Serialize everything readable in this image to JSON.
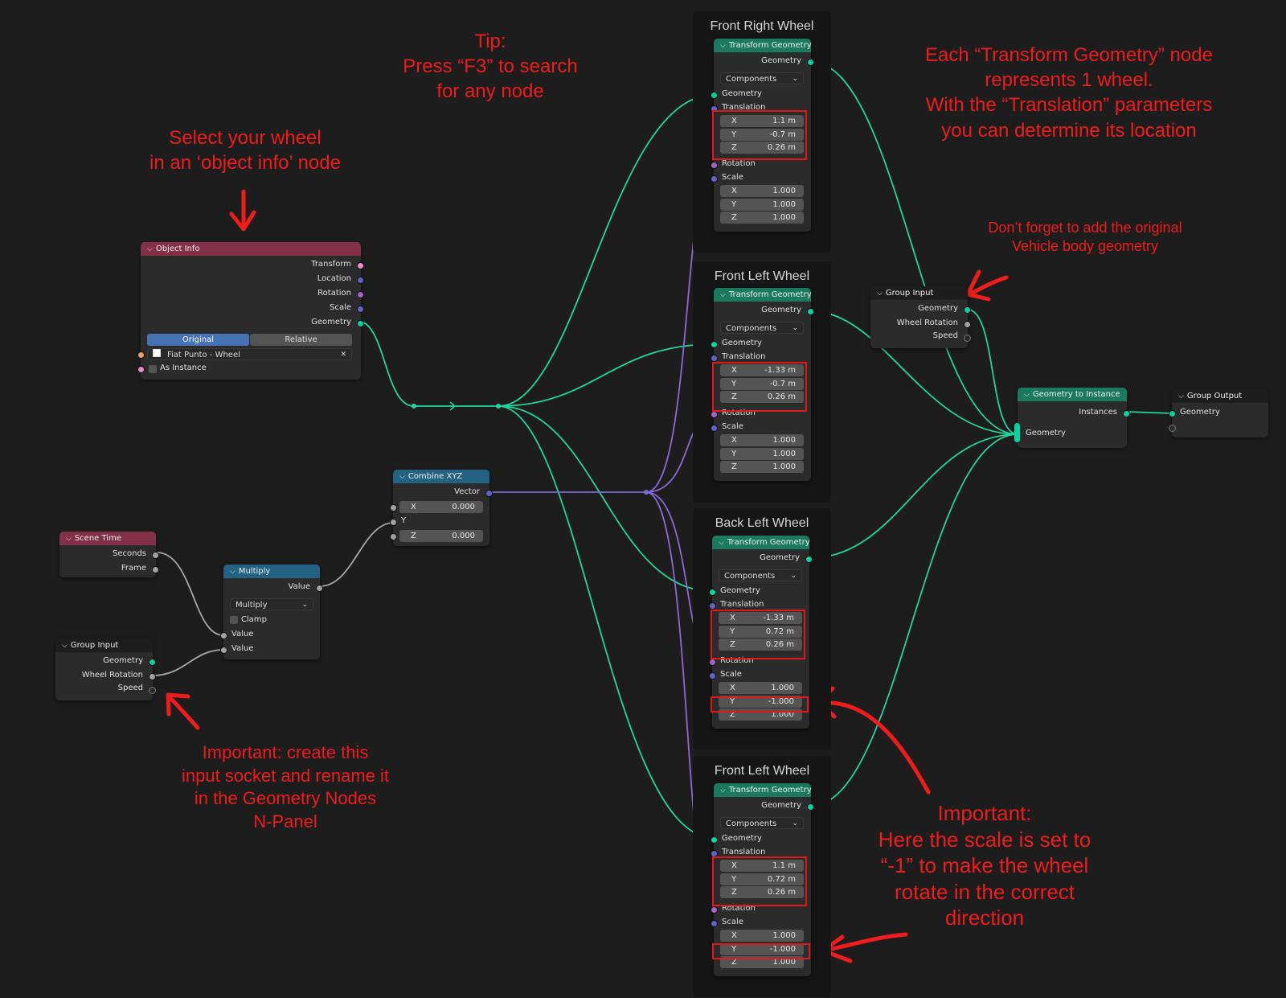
{
  "annotations": {
    "tip": [
      "Tip:",
      "Press “F3” to search",
      "for any node"
    ],
    "select_wheel": [
      "Select your wheel",
      "in an ‘object info’ node"
    ],
    "each_transform": [
      "Each “Transform Geometry” node",
      "represents 1 wheel.",
      "With the “Translation” parameters",
      "you can determine its location"
    ],
    "dont_forget": [
      "Don’t forget to add the original",
      "Vehicle body geometry"
    ],
    "important_socket": [
      "Important: create this",
      "input socket and rename it",
      "in the Geometry Nodes",
      "N-Panel"
    ],
    "important_scale": [
      "Important:",
      "Here the scale is  set to",
      "“-1” to make the wheel",
      "rotate in the correct",
      "direction"
    ]
  },
  "object_info": {
    "title": "Object Info",
    "outputs": [
      "Transform",
      "Location",
      "Rotation",
      "Scale",
      "Geometry"
    ],
    "mode_options": [
      "Original",
      "Relative"
    ],
    "selected_mode": "Original",
    "object": "Fiat Punto - Wheel",
    "as_instance": "As Instance"
  },
  "scene_time": {
    "title": "Scene Time",
    "outputs": [
      "Seconds",
      "Frame"
    ]
  },
  "multiply": {
    "title": "Multiply",
    "output": "Value",
    "operation": "Multiply",
    "clamp": "Clamp",
    "inputs": [
      "Value",
      "Value"
    ]
  },
  "group_input_left": {
    "title": "Group Input",
    "outputs": [
      "Geometry",
      "Wheel Rotation Speed"
    ]
  },
  "combine_xyz": {
    "title": "Combine XYZ",
    "output": "Vector",
    "x_label": "X",
    "x_value": "0.000",
    "y_label": "Y",
    "z_label": "Z",
    "z_value": "0.000"
  },
  "wheels": [
    {
      "frame_title": "Front Right Wheel",
      "node_title": "Transform Geometry",
      "output": "Geometry",
      "mode": "Components",
      "geometry_in": "Geometry",
      "translation_label": "Translation",
      "translation": [
        "1.1 m",
        "-0.7 m",
        "0.26 m"
      ],
      "rotation_label": "Rotation",
      "scale_label": "Scale",
      "scale": [
        "1.000",
        "1.000",
        "1.000"
      ]
    },
    {
      "frame_title": "Front Left Wheel",
      "node_title": "Transform Geometry",
      "output": "Geometry",
      "mode": "Components",
      "geometry_in": "Geometry",
      "translation_label": "Translation",
      "translation": [
        "-1.33 m",
        "-0.7 m",
        "0.26 m"
      ],
      "rotation_label": "Rotation",
      "scale_label": "Scale",
      "scale": [
        "1.000",
        "1.000",
        "1.000"
      ]
    },
    {
      "frame_title": "Back Left Wheel",
      "node_title": "Transform Geometry",
      "output": "Geometry",
      "mode": "Components",
      "geometry_in": "Geometry",
      "translation_label": "Translation",
      "translation": [
        "-1.33 m",
        "0.72 m",
        "0.26 m"
      ],
      "rotation_label": "Rotation",
      "scale_label": "Scale",
      "scale": [
        "1.000",
        "-1.000",
        "1.000"
      ]
    },
    {
      "frame_title": "Front Left Wheel",
      "node_title": "Transform Geometry",
      "output": "Geometry",
      "mode": "Components",
      "geometry_in": "Geometry",
      "translation_label": "Translation",
      "translation": [
        "1.1 m",
        "0.72 m",
        "0.26 m"
      ],
      "rotation_label": "Rotation",
      "scale_label": "Scale",
      "scale": [
        "1.000",
        "-1.000",
        "1.000"
      ]
    }
  ],
  "axis_labels": [
    "X",
    "Y",
    "Z"
  ],
  "group_input_right": {
    "title": "Group Input",
    "outputs": [
      "Geometry",
      "Wheel Rotation Speed"
    ]
  },
  "geometry_to_instance": {
    "title": "Geometry to Instance",
    "output": "Instances",
    "input": "Geometry"
  },
  "group_output": {
    "title": "Group Output",
    "input": "Geometry"
  },
  "colors": {
    "geometry_socket": "#00d6a3",
    "vector_socket": "#6363c7",
    "float_socket": "#a1a1a1",
    "annotation_red": "#f01c1c"
  }
}
